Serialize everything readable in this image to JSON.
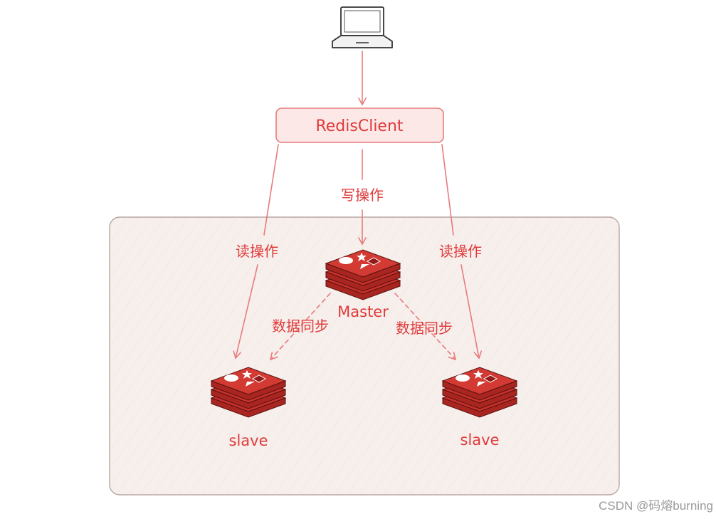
{
  "client": {
    "label": "RedisClient",
    "icon": "laptop-icon"
  },
  "edges": {
    "write_label": "写操作",
    "read_label_left": "读操作",
    "read_label_right": "读操作",
    "sync_label_left": "数据同步",
    "sync_label_right": "数据同步"
  },
  "nodes": {
    "master": {
      "label": "Master",
      "icon": "redis-icon"
    },
    "slave_left": {
      "label": "slave",
      "icon": "redis-icon"
    },
    "slave_right": {
      "label": "slave",
      "icon": "redis-icon"
    }
  },
  "watermark": "CSDN @码熔burning",
  "colors": {
    "accent": "#e03a3a",
    "arrow": "#e87b7b",
    "client_fill": "#fde8e8",
    "cluster_fill": "#f6efec",
    "cluster_stroke": "#b8a6a0",
    "redis_red": "#c8312c",
    "redis_dark": "#8f1c18"
  }
}
